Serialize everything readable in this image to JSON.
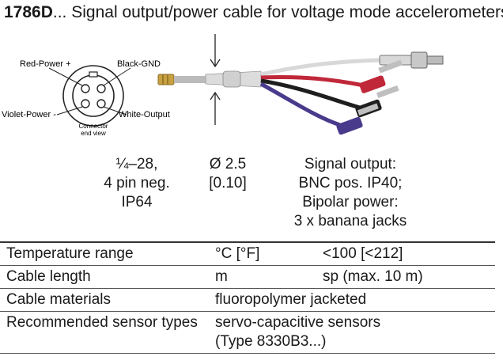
{
  "header": {
    "code": "1786D",
    "ellipsis": "...",
    "title": " Signal output/power cable for voltage mode accelerometers"
  },
  "connector": {
    "red": "Red-Power +",
    "black": "Black-GND",
    "violet": "Violet-Power -",
    "white": "White-Output",
    "caption_line1": "Connector",
    "caption_line2": "end view"
  },
  "specs": {
    "thread": [
      "¼–28,",
      "4 pin neg.",
      "IP64"
    ],
    "diameter": [
      "Ø 2.5",
      "[0.10]"
    ],
    "output": [
      "Signal output:",
      "BNC pos. IP40;",
      "Bipolar power:",
      "3 x banana jacks"
    ]
  },
  "table": {
    "rows": [
      {
        "label": "Temperature range",
        "unit": "°C [°F]",
        "value": "<100 [<212]"
      },
      {
        "label": "Cable length",
        "unit": "m",
        "value": "sp (max. 10 m)"
      },
      {
        "label": "Cable materials",
        "value": "fluoropolymer jacketed"
      },
      {
        "label": "Recommended sensor types",
        "value": "servo-capacitive sensors",
        "value2": "(Type 8330B3...)"
      }
    ]
  },
  "colors": {
    "red_wire": "#c0283a",
    "black_wire": "#1e1e1e",
    "violet_wire": "#4a3a8c",
    "white_wire": "#d8d8d8",
    "brass": "#c8a040"
  }
}
